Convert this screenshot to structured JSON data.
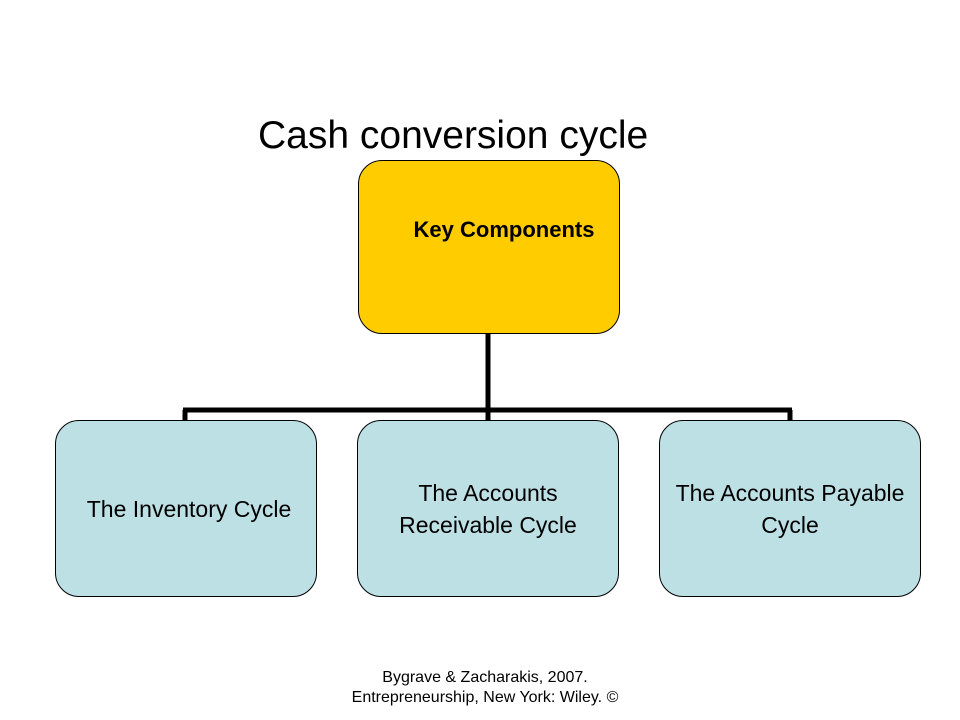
{
  "slide": {
    "title": "Cash conversion cycle",
    "root": {
      "label": "Key Components"
    },
    "children": [
      {
        "label": "The Inventory Cycle"
      },
      {
        "label": "The Accounts Receivable Cycle"
      },
      {
        "label": "The Accounts Payable Cycle"
      }
    ],
    "footer": "Bygrave & Zacharakis, 2007. Entrepreneurship, New York: Wiley. ©"
  },
  "colors": {
    "root_fill": "#ffcc00",
    "child_fill": "#bde0e5",
    "connector": "#000000"
  }
}
